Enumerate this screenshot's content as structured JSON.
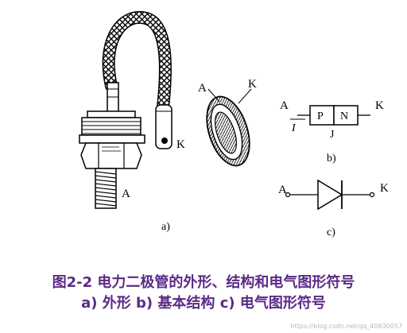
{
  "diagram": {
    "labels": {
      "anode": "A",
      "cathode": "K",
      "p_region": "P",
      "n_region": "N",
      "junction": "J",
      "current": "I"
    },
    "panels": {
      "a": "a)",
      "b": "b)",
      "c": "c)"
    }
  },
  "caption": {
    "line1": "图2-2  电力二极管的外形、结构和电气图形符号",
    "line2": "a) 外形  b) 基本结构  c) 电气图形符号"
  },
  "watermark": "https://blog.csdn.net/qq_40830057",
  "colors": {
    "caption": "#5b2a86",
    "ink": "#000000"
  }
}
